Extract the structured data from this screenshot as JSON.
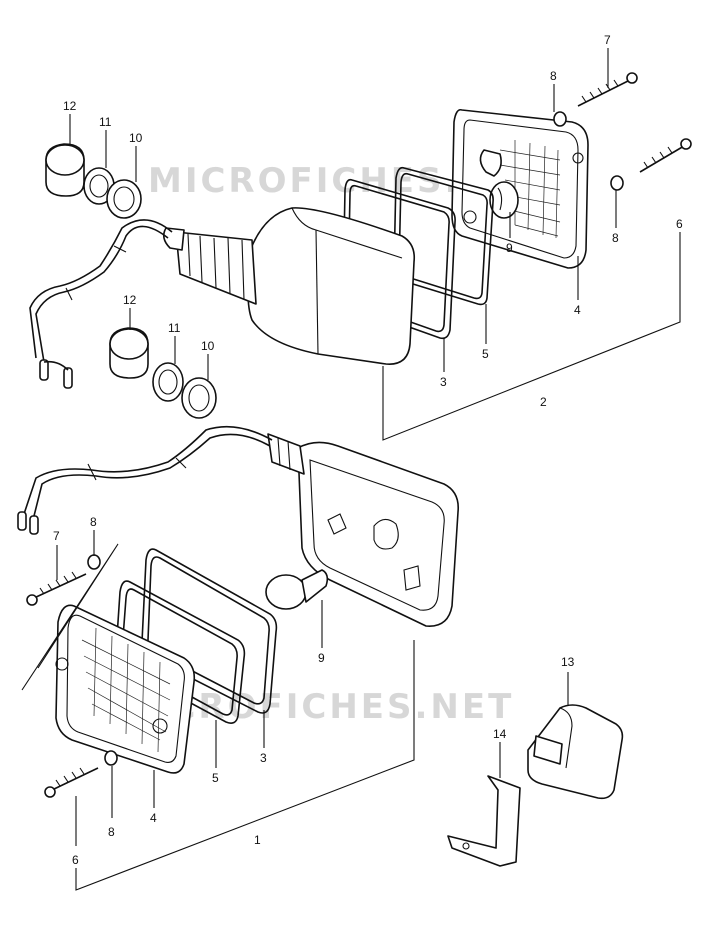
{
  "watermark": "MICROFICHES.NET",
  "callouts": {
    "c1": "1",
    "c2": "2",
    "c3a": "3",
    "c3b": "3",
    "c4a": "4",
    "c4b": "4",
    "c5a": "5",
    "c5b": "5",
    "c6a": "6",
    "c6b": "6",
    "c7a": "7",
    "c7b": "7",
    "c8a": "8",
    "c8b": "8",
    "c8c": "8",
    "c8d": "8",
    "c9a": "9",
    "c9b": "9",
    "c10a": "10",
    "c10b": "10",
    "c11a": "11",
    "c11b": "11",
    "c12a": "12",
    "c12b": "12",
    "c13": "13",
    "c14": "14"
  }
}
